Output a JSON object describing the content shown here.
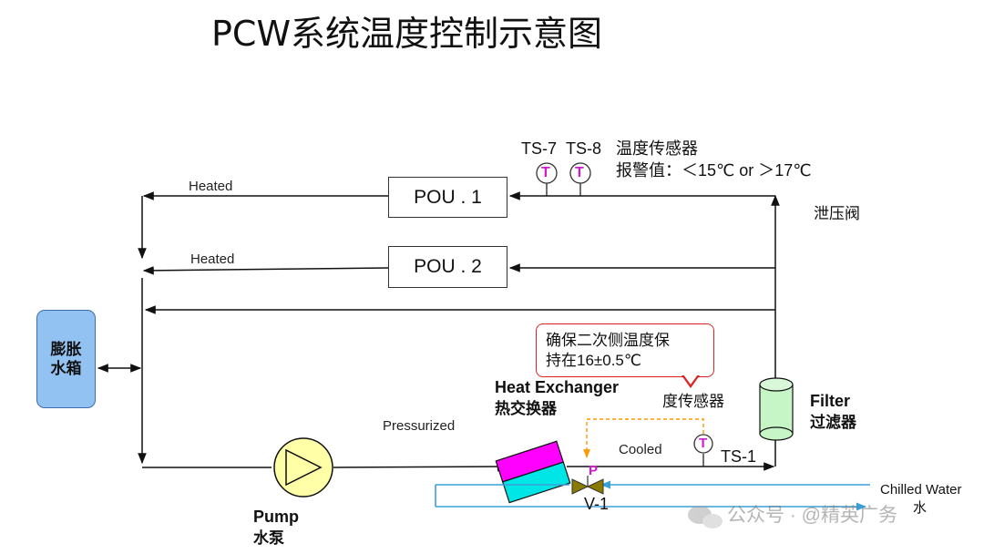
{
  "title": "PCW系统温度控制示意图",
  "pou1_label": "POU . 1",
  "pou2_label": "POU . 2",
  "heated_label_1": "Heated",
  "heated_label_2": "Heated",
  "sensor_ts7": "TS-7",
  "sensor_ts8": "TS-8",
  "sensor_title": "温度传感器",
  "alarm_text": "报警值：＜15℃  or  ＞17℃",
  "relief_valve": "泄压阀",
  "tank_label": "膨胀\n水箱",
  "callout_text": "确保二次侧温度保\n持在16±0.5℃",
  "hx_label_en": "Heat Exchanger",
  "hx_label_cn": "热交换器",
  "sensor_label_2": "度传感器",
  "filter_label_en": "Filter",
  "filter_label_cn": "过滤器",
  "pressurized_label": "Pressurized",
  "cooled_label": "Cooled",
  "ts1_label": "TS-1",
  "pump_label_en": "Pump",
  "pump_label_cn": "水泵",
  "valve_tag": "P",
  "valve_label": "V-1",
  "chilled_water_label": "Chilled Water",
  "chilled_water_cn_partial": "水",
  "sensor_symbol": "T",
  "watermark": "公众号 · @精英广务",
  "colors": {
    "tank_fill": "#92c2f2",
    "pump_fill": "#ffffa8",
    "filter_fill": "#c6f5c6",
    "hx_top": "#ff00ff",
    "hx_bottom": "#00e5e5",
    "chilled_line": "#3aa0d8",
    "callout_border": "#dd2222",
    "valve_fill": "#8a7a00",
    "sensor_border": "#cc2266",
    "control_dash": "#ff9900"
  }
}
